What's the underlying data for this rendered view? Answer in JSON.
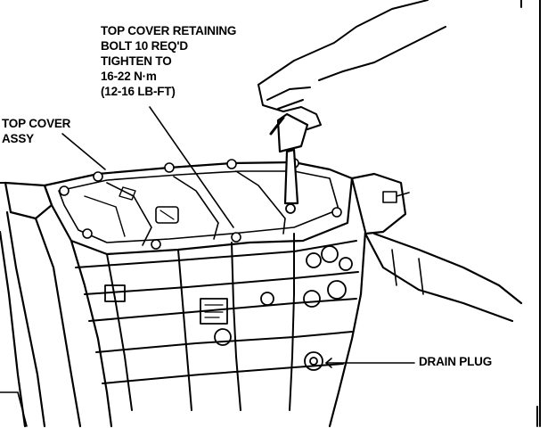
{
  "labels": {
    "bolt": [
      "TOP COVER RETAINING",
      "BOLT 10 REQ'D",
      "TIGHTEN TO",
      "16-22 N·m",
      "(12-16 LB-FT)"
    ],
    "cover": [
      "TOP COVER",
      "ASSY"
    ],
    "drain": "DRAIN PLUG"
  },
  "colors": {
    "ink": "#000000",
    "paper": "#ffffff"
  }
}
